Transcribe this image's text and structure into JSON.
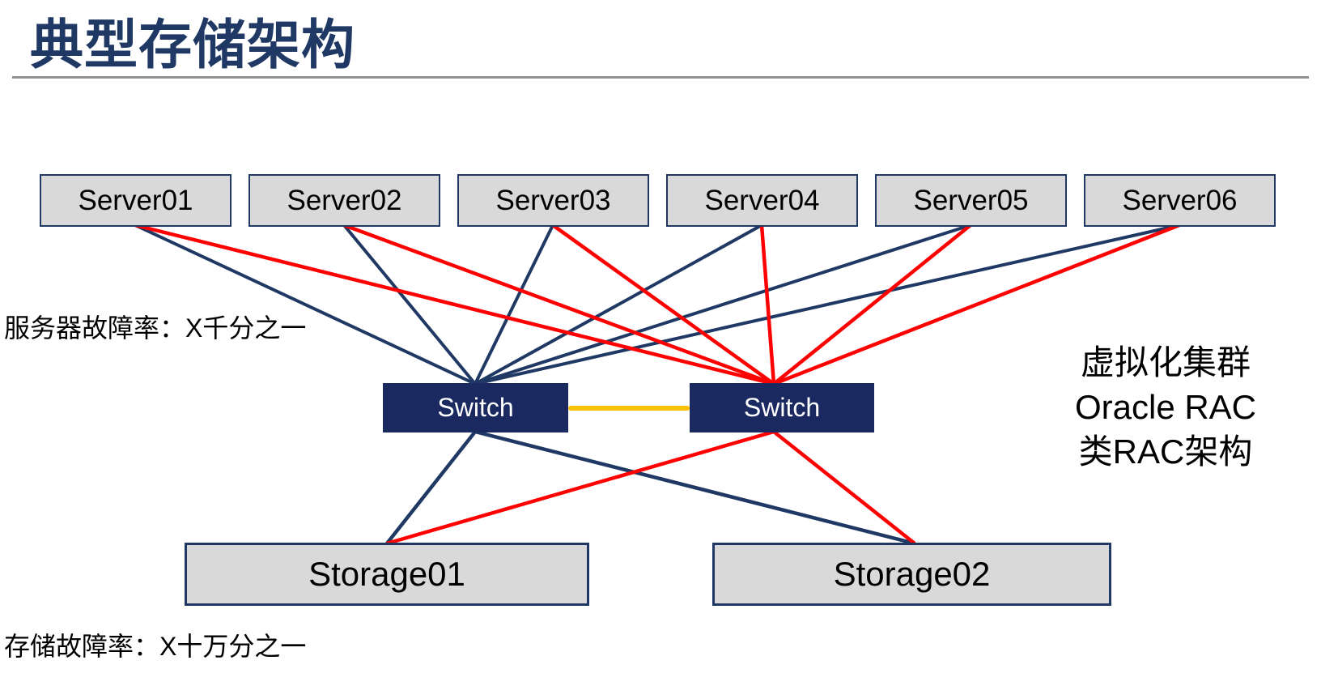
{
  "title": "典型存储架构",
  "captions": {
    "server_failure_rate": "服务器故障率：X千分之一",
    "storage_failure_rate": "存储故障率：X十万分之一"
  },
  "annotation": {
    "line1": "虚拟化集群",
    "line2": "Oracle RAC",
    "line3": "类RAC架构"
  },
  "nodes": {
    "servers": [
      "Server01",
      "Server02",
      "Server03",
      "Server04",
      "Server05",
      "Server06"
    ],
    "switches": [
      "Switch",
      "Switch"
    ],
    "storages": [
      "Storage01",
      "Storage02"
    ]
  },
  "colors": {
    "navy": "#1f3864",
    "switch_fill": "#1a2a60",
    "red": "#ff0000",
    "orange": "#ffc000",
    "node_fill": "#d9d9d9",
    "divider_gray": "#909090",
    "text_black": "#000000"
  }
}
